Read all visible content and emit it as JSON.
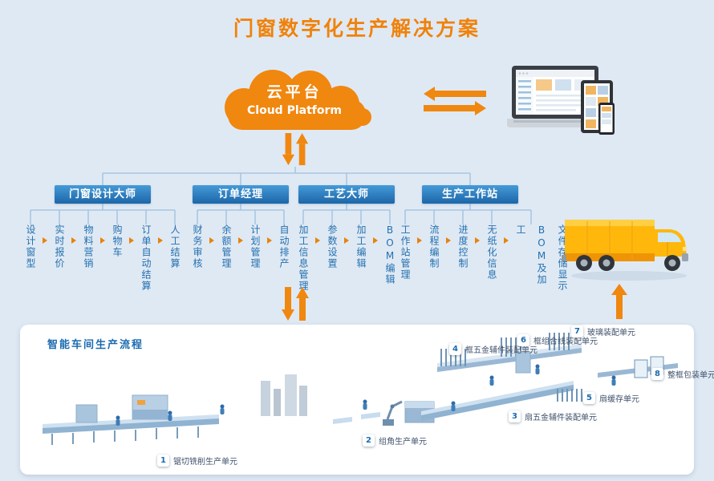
{
  "title": "门窗数字化生产解决方案",
  "colors": {
    "accent_orange": "#F0870F",
    "primary_blue": "#2470AE",
    "background": "#DFE9F4"
  },
  "cloud": {
    "title": "云平台",
    "subtitle": "Cloud Platform"
  },
  "modules": [
    {
      "label": "门窗设计大师",
      "items": [
        "设计窗型",
        "实时报价",
        "物料营销",
        "购物车",
        "订单自动结算",
        "人工结算"
      ]
    },
    {
      "label": "订单经理",
      "items": [
        "财务审核",
        "余额管理",
        "计划管理",
        "自动排产"
      ]
    },
    {
      "label": "工艺大师",
      "items": [
        "加工信息管理",
        "参数设置",
        "加工编辑",
        "BOM编辑"
      ]
    },
    {
      "label": "生产工作站",
      "items": [
        "工作站管理",
        "流程编制",
        "进度控制",
        "无纸化信息",
        "文件存储显示BOM及加工"
      ]
    }
  ],
  "workshop": {
    "label": "智能车间生产流程",
    "stations": [
      {
        "num": "1",
        "label": "锯切铣削生产单元"
      },
      {
        "num": "2",
        "label": "组角生产单元"
      },
      {
        "num": "3",
        "label": "扇五金辅件装配单元"
      },
      {
        "num": "4",
        "label": "框五金辅件装配单元"
      },
      {
        "num": "5",
        "label": "扇缓存单元"
      },
      {
        "num": "6",
        "label": "框组合线装配单元"
      },
      {
        "num": "7",
        "label": "玻璃装配单元"
      },
      {
        "num": "8",
        "label": "整框包装单元"
      }
    ]
  }
}
